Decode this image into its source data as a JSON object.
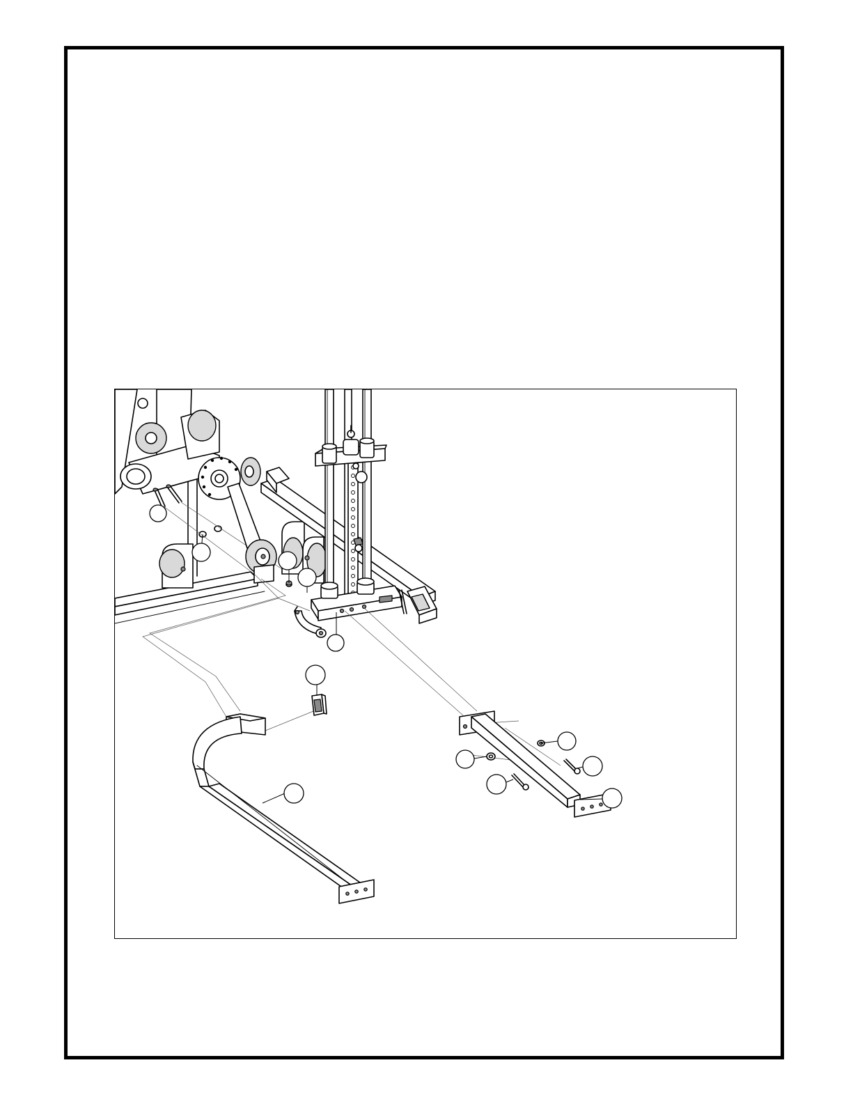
{
  "colors": {
    "ink": "#000000",
    "paper": "#ffffff",
    "shade": "#d9d9d9",
    "dark_shade": "#8a8a8a"
  },
  "diagram": {
    "callouts": [
      {
        "id": "c1",
        "label": ""
      },
      {
        "id": "c2",
        "label": ""
      },
      {
        "id": "c3",
        "label": ""
      },
      {
        "id": "c4",
        "label": ""
      },
      {
        "id": "c5",
        "label": ""
      },
      {
        "id": "c6",
        "label": ""
      },
      {
        "id": "c7",
        "label": ""
      },
      {
        "id": "c8",
        "label": ""
      },
      {
        "id": "c9",
        "label": ""
      },
      {
        "id": "c10",
        "label": ""
      },
      {
        "id": "c11",
        "label": ""
      },
      {
        "id": "c12",
        "label": ""
      },
      {
        "id": "c13",
        "label": ""
      }
    ]
  }
}
